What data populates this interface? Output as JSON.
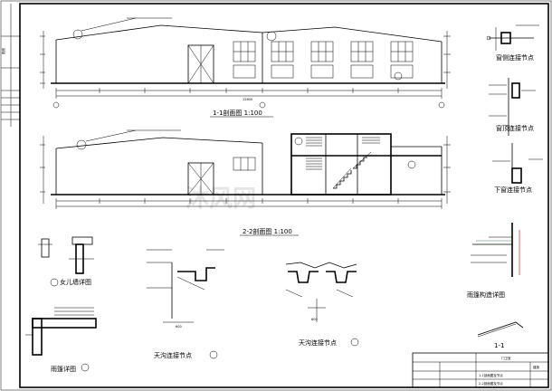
{
  "drawing": {
    "titles": {
      "section_1_1": "1-1剖面图 1:100",
      "section_2_2": "2-2剖面图 1:100",
      "node_1": "窗侧连接节点",
      "node_2": "窗顶连接节点",
      "node_3": "下窗连接节点",
      "node_4": "女儿墙详图",
      "node_5": "天沟连接节点",
      "node_6": "天沟连接节点",
      "node_7": "雨篷构造详图",
      "node_8": "雨篷详图",
      "node_section": "1-1"
    },
    "watermark": "沐风网",
    "title_block": {
      "drawing_no": "建施",
      "note": "门卫室",
      "row1": "1-1剖面图及节点",
      "row2": "2-2剖面图及节点"
    },
    "dims": {
      "span_total": "12600",
      "detail_1": "600",
      "detail_2": "600"
    },
    "margin_label": "图纸"
  }
}
